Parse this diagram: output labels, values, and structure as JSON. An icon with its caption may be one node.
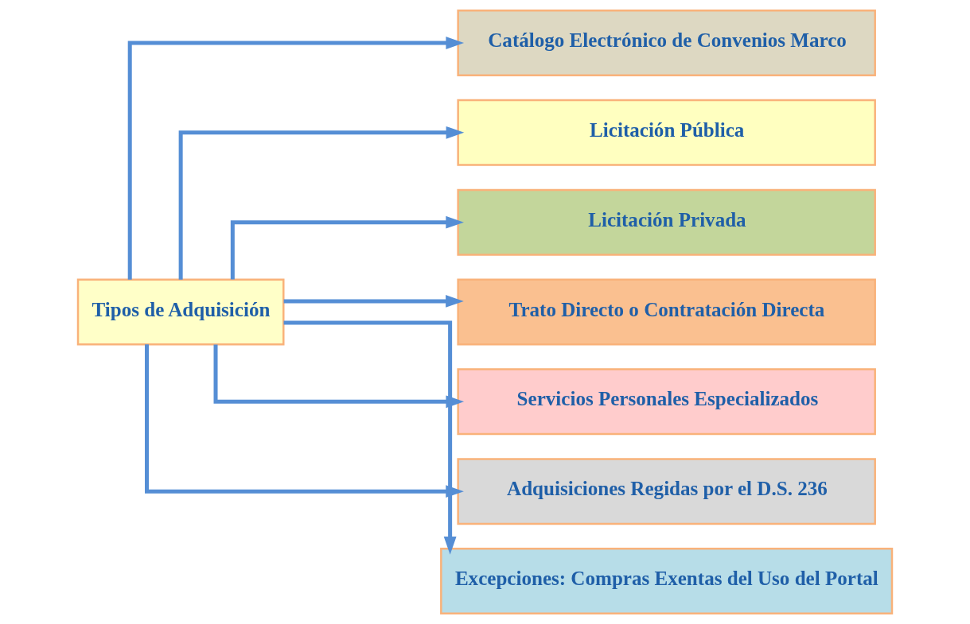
{
  "diagram": {
    "nodes": [
      {
        "text": [
          "Tipos de Adquisición"
        ]
      },
      {
        "text": [
          "Catálogo Electrónico de Convenios Marco"
        ]
      },
      {
        "text": [
          "Licitación Pública"
        ]
      },
      {
        "text": [
          "Licitación Privada"
        ]
      },
      {
        "text": [
          "Trato Directo o Contratación Directa"
        ]
      },
      {
        "text": [
          "Servicios Personales Especializados"
        ]
      },
      {
        "text": [
          "Adquisiciones Regidas por el D.S. 236"
        ]
      },
      {
        "text": [
          "Excepciones: Compras Exentas del Uso del Portal"
        ]
      }
    ],
    "edges": [
      {
        "from": 0,
        "to": 1,
        "arrow": "to"
      },
      {
        "from": 0,
        "to": 2,
        "arrow": "to"
      },
      {
        "from": 0,
        "to": 3,
        "arrow": "to"
      },
      {
        "from": 0,
        "to": 4,
        "arrow": "to"
      },
      {
        "from": 0,
        "to": 5,
        "arrow": "to"
      },
      {
        "from": 0,
        "to": 6,
        "arrow": "to"
      },
      {
        "from": 0,
        "to": 7,
        "arrow": "to"
      }
    ]
  }
}
